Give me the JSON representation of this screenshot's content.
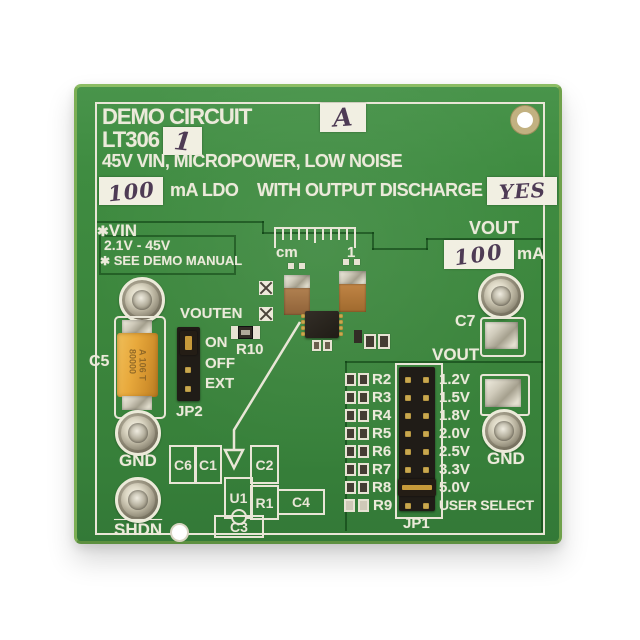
{
  "title": {
    "line1": "DEMO CIRCUIT",
    "rev_hand": "A",
    "part": "LT306",
    "part_hand": "1",
    "line2": "45V VIN, MICROPOWER, LOW NOISE",
    "current_hand": "100",
    "current_unit": "mA LDO",
    "feature": "WITH OUTPUT DISCHARGE",
    "feature_hand": "YES"
  },
  "vin": {
    "star": "✱",
    "label": "VIN",
    "range": "2.1V - 45V",
    "note": "SEE DEMO MANUAL"
  },
  "ruler": {
    "unit": "cm",
    "mark_one": "1"
  },
  "vout_top": {
    "label": "VOUT",
    "value_hand": "100",
    "unit": "mA",
    "cap": "C7"
  },
  "vouten": {
    "label": "VOUTEN",
    "on": "ON",
    "off": "OFF",
    "ext": "EXT",
    "jumper": "JP2",
    "resistor": "R10"
  },
  "left_labels": {
    "c5": "C5",
    "c5_marking_line1": "A 106 T",
    "c5_marking_line2": "80000",
    "gnd": "GND",
    "shdn": "SHDN"
  },
  "outline_labels": {
    "c6": "C6",
    "c1": "C1",
    "c2": "C2",
    "u1": "U1",
    "r1": "R1",
    "c4": "C4",
    "c3": "C3"
  },
  "vout_select": {
    "label": "VOUT",
    "rows": [
      {
        "r": "R2",
        "v": "1.2V"
      },
      {
        "r": "R3",
        "v": "1.5V"
      },
      {
        "r": "R4",
        "v": "1.8V"
      },
      {
        "r": "R5",
        "v": "2.0V"
      },
      {
        "r": "R6",
        "v": "2.5V"
      },
      {
        "r": "R7",
        "v": "3.3V"
      },
      {
        "r": "R8",
        "v": "5.0V"
      },
      {
        "r": "R9",
        "v": "USER SELECT"
      }
    ],
    "jumper": "JP1",
    "gnd": "GND"
  },
  "colors": {
    "pcb_green": "#3e8b3e",
    "silkscreen": "#eceada",
    "handwriting": "#4e3b55",
    "tantalum_orange": "#e8a93c"
  }
}
